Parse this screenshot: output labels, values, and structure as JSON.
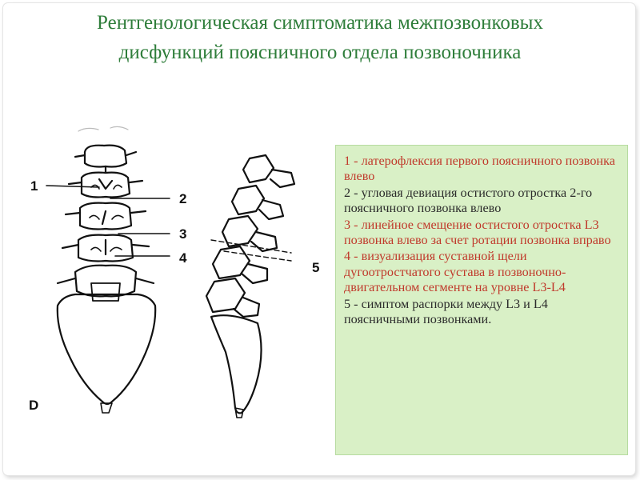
{
  "slide": {
    "title_line1": "Рентгенологическая симптоматика межпозвонковых",
    "title_line2": "дисфункций поясничного отдела позвоночника"
  },
  "figure": {
    "callouts": [
      "1",
      "2",
      "3",
      "4",
      "5"
    ],
    "panel_label": "D"
  },
  "legend": {
    "items": [
      {
        "text": "1 - латерофлексия первого поясничного позвонка влево",
        "color": "#c0392b"
      },
      {
        "text": "2 - угловая девиация остистого отростка 2-го поясничного позвонка влево",
        "color": "#2b2b2b"
      },
      {
        "text": "3 - линейное смещение остистого отростка L3 позвонка влево за счет ротации позвонка вправо",
        "color": "#c0392b"
      },
      {
        "text": "4 - визуализация суставной щели дугоотростчатого сустава в позвоночно-двигательном сегменте на уровне L3-L4",
        "color": "#c0392b"
      },
      {
        "text": "5 - симптом распорки между L3 и L4 поясничными позвонками.",
        "color": "#2b2b2b"
      }
    ]
  },
  "colors": {
    "title": "#2e7d3a",
    "legend_background": "#d9f0c6",
    "red_text": "#c0392b",
    "dark_text": "#2b2b2b"
  }
}
